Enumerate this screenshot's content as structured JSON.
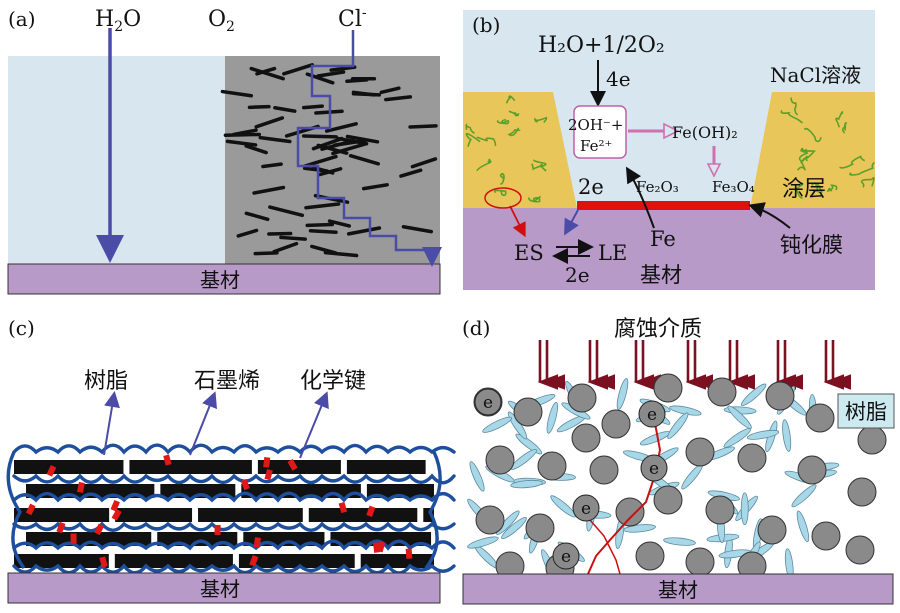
{
  "panel_a": {
    "label": "(a)",
    "h2o_main": "H",
    "h2o_sub": "2",
    "h2o_end": "O",
    "o2_main": "O",
    "o2_sub": "2",
    "cl_main": "Cl",
    "cl_sup": "-",
    "substrate": "基材"
  },
  "panel_b": {
    "label": "(b)",
    "reaction_top": "H₂O+1/2O₂",
    "electrons_4e": "4e",
    "nacl": "NaCl溶液",
    "ion_oh": "2OH⁻+",
    "ion_fe": "Fe²⁺",
    "fe_oh2": "Fe(OH)₂",
    "electrons_2e_top": "2e",
    "fe2o3": "Fe₂O₃",
    "fe3o4": "Fe₃O₄",
    "coating": "涂层",
    "es": "ES",
    "le": "LE",
    "electrons_2e_bottom": "2e",
    "fe": "Fe",
    "substrate": "基材",
    "passive_film": "钝化膜"
  },
  "panel_c": {
    "label": "(c)",
    "resin": "树脂",
    "graphene": "石墨烯",
    "chemical_bond": "化学键",
    "substrate": "基材"
  },
  "panel_d": {
    "label": "(d)",
    "corrosive_medium": "腐蚀介质",
    "resin_box": "树脂",
    "electron": "e",
    "substrate": "基材"
  },
  "colors": {
    "solution": "#d8e6f0",
    "coating": "#e8c65a",
    "substrate": "#b79ac7",
    "passive_film": "#e01010",
    "arrow_purple": "#4b4ba8",
    "resin_blue": "#1e4f9c",
    "corrosion_arrow": "#7a1020",
    "graphene_flake": "#a8d8e8",
    "particle": "#8a8a8a"
  }
}
